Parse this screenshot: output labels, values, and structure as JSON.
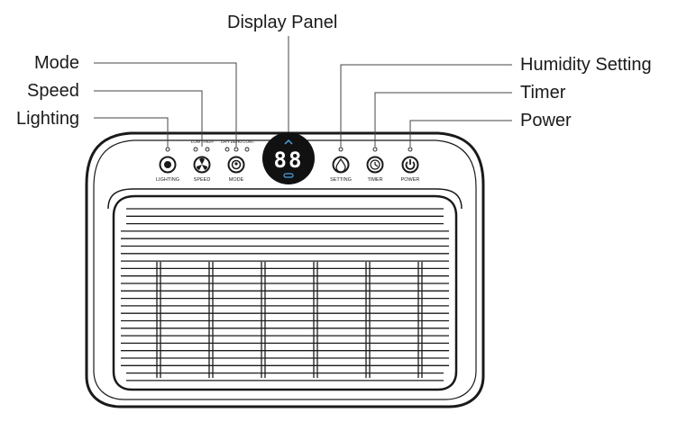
{
  "callouts": {
    "display_panel": "Display Panel",
    "mode": "Mode",
    "speed": "Speed",
    "lighting": "Lighting",
    "humidity_setting": "Humidity Setting",
    "timer": "Timer",
    "power": "Power"
  },
  "panel": {
    "lighting_label": "LIGHTING",
    "speed_label": "SPEED",
    "mode_label": "MODE",
    "setting_label": "SETTING",
    "timer_label": "TIMER",
    "power_label": "POWER",
    "speed_indicators": [
      "LOW",
      "HIGH"
    ],
    "mode_indicators": [
      "DRY",
      "DEHU",
      "CONT."
    ],
    "display_digits": "88"
  },
  "colors": {
    "line": "#1a1a1a",
    "display_bg": "#111111",
    "display_digits": "#ffffff",
    "display_accent": "#4aa3df"
  },
  "icons": {
    "lighting": "sun-icon",
    "speed": "fan-icon",
    "mode": "mode-icon",
    "setting": "droplet-icon",
    "timer": "clock-icon",
    "power": "power-icon"
  }
}
